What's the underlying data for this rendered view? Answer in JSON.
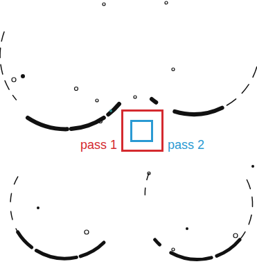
{
  "diagram": {
    "nodes": [
      {
        "text": [
          "pass 1"
        ]
      },
      {
        "text": [
          "pass 2"
        ],
        "in": 0
      }
    ]
  }
}
